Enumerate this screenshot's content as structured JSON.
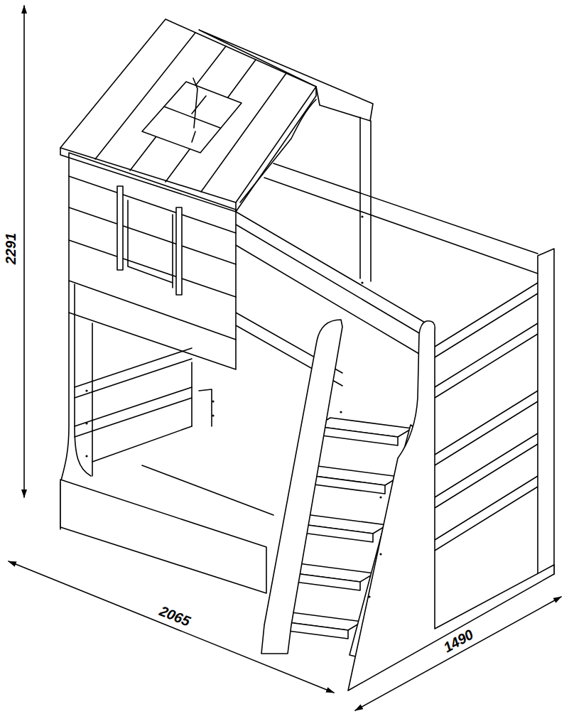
{
  "diagram": {
    "labels": [
      "2291",
      "2065",
      "1490"
    ]
  }
}
